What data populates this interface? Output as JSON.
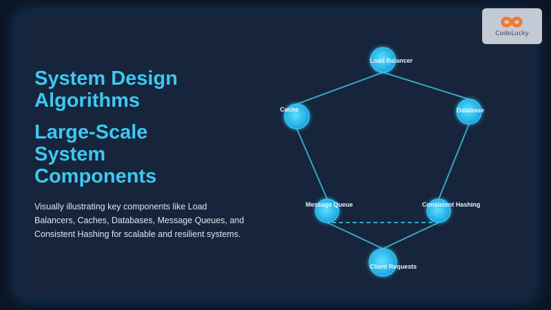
{
  "title_line1": "System Design",
  "title_line2": "Algorithms",
  "subtitle_line1": "Large-Scale",
  "subtitle_line2": "System",
  "subtitle_line3": "Components",
  "description": "Visually illustrating key components like Load Balancers, Caches, Databases, Message Queues, and Consistent Hashing for scalable and resilient systems.",
  "logo": {
    "text": "CodeLucky"
  },
  "diagram": {
    "nodes": [
      {
        "id": "lb",
        "label": "Load Balancer"
      },
      {
        "id": "cache",
        "label": "Cache"
      },
      {
        "id": "db",
        "label": "Database"
      },
      {
        "id": "mq",
        "label": "Message Queue"
      },
      {
        "id": "ch",
        "label": "Consistent Hashing"
      },
      {
        "id": "client",
        "label": "Client Requests"
      }
    ],
    "edges": [
      {
        "from": "lb",
        "to": "cache",
        "style": "solid"
      },
      {
        "from": "lb",
        "to": "db",
        "style": "solid"
      },
      {
        "from": "cache",
        "to": "mq",
        "style": "solid"
      },
      {
        "from": "db",
        "to": "ch",
        "style": "solid"
      },
      {
        "from": "mq",
        "to": "client",
        "style": "solid"
      },
      {
        "from": "ch",
        "to": "client",
        "style": "solid"
      },
      {
        "from": "mq",
        "to": "ch",
        "style": "dashed"
      }
    ]
  },
  "colors": {
    "accent": "#3cc8f2",
    "node": "#1eb4ee",
    "edge": "#3aa6c8"
  }
}
